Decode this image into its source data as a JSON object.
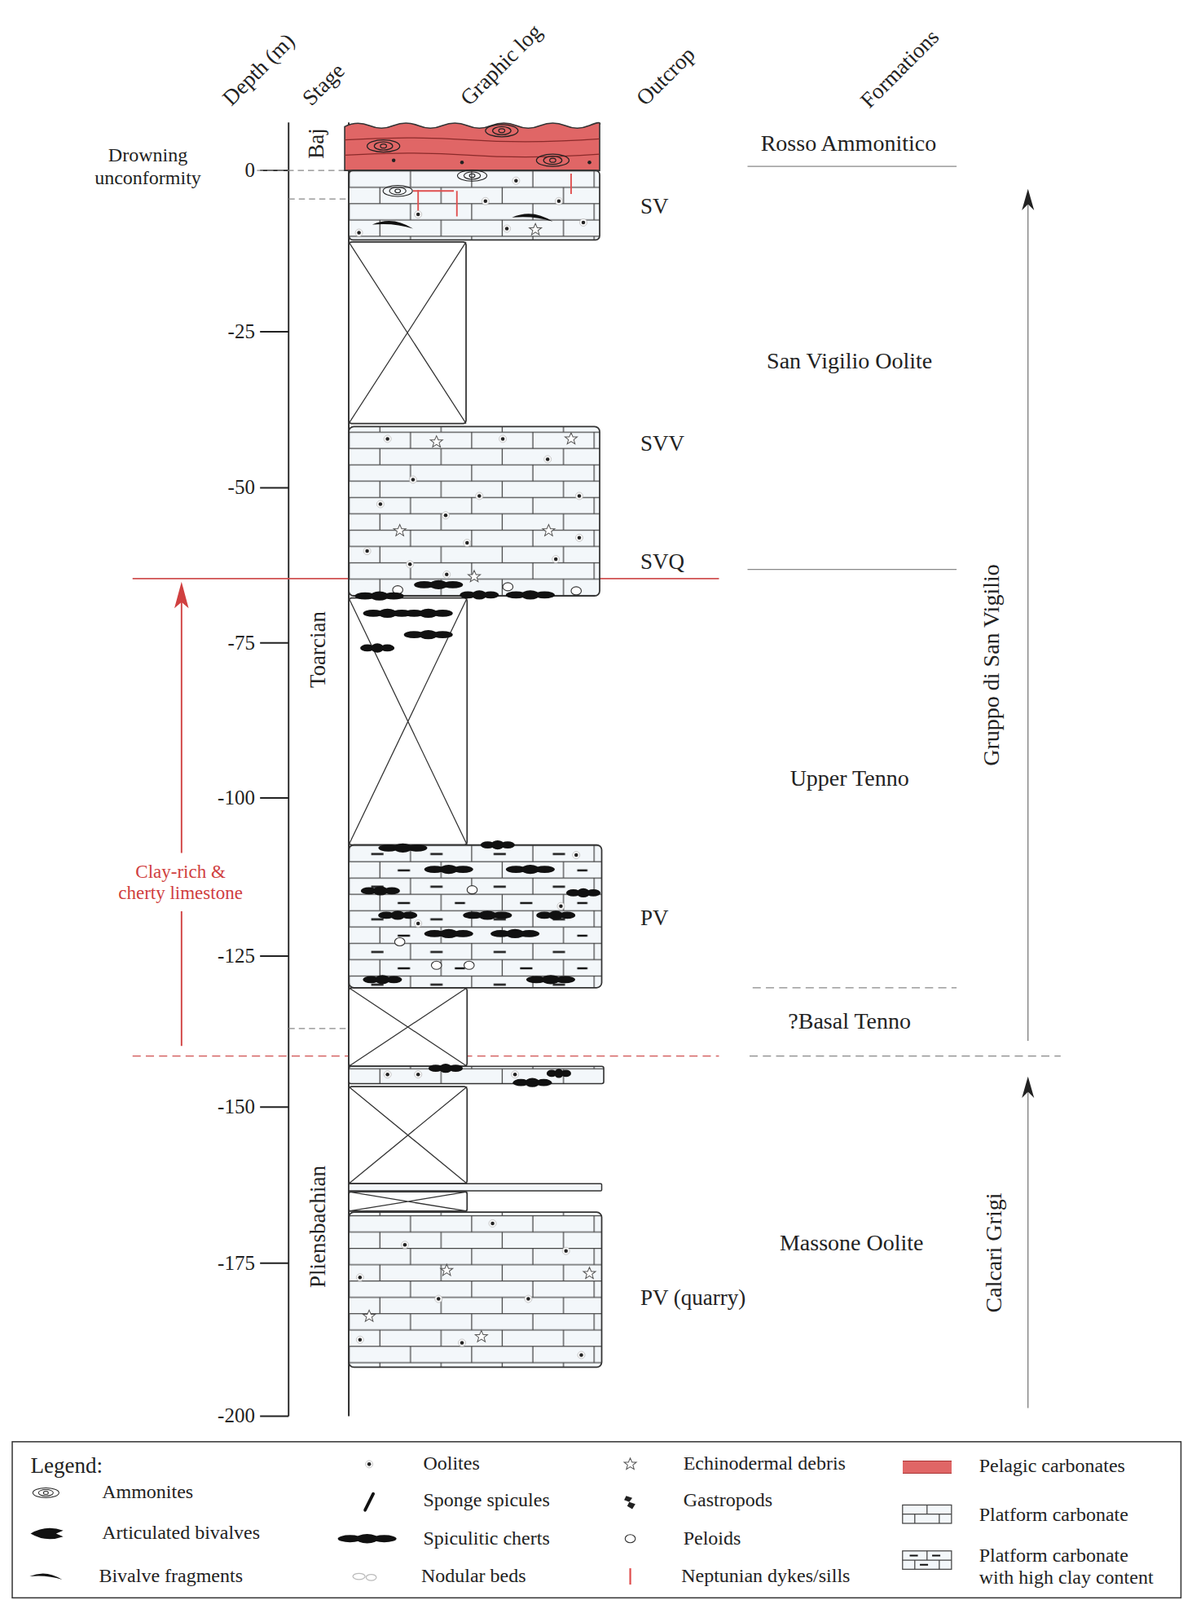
{
  "diagram": {
    "labels": [
      "Depth (m)",
      "Stage",
      "Graphic log",
      "Outcrop",
      "Formations",
      "Drowning unconformity",
      "0",
      "-25",
      "-50",
      "-75",
      "-100",
      "-125",
      "-150",
      "-175",
      "-200",
      "Baj",
      "Toarcian",
      "Pliensbachian",
      "SV",
      "SVV",
      "SVQ",
      "PV",
      "PV (quarry)",
      "Rosso Ammonitico",
      "San Vigilio Oolite",
      "Upper Tenno",
      "?Basal Tenno",
      "Massone Oolite",
      "Gruppo di San Vigilio",
      "Calcari Grigi",
      "Clay-rich & cherty limestone",
      "Legend:"
    ],
    "legend": [
      {
        "text": "Ammonites"
      },
      {
        "text": "Articulated bivalves"
      },
      {
        "text": "Bivalve fragments"
      },
      {
        "text": "Oolites"
      },
      {
        "text": "Sponge spicules"
      },
      {
        "text": "Spiculitic cherts"
      },
      {
        "text": "Nodular beds"
      },
      {
        "text": "Echinodermal debris"
      },
      {
        "text": "Gastropods"
      },
      {
        "text": "Peloids"
      },
      {
        "text": "Neptunian dykes/sills"
      },
      {
        "text": "Pelagic carbonates",
        "color": "#e06666"
      },
      {
        "text": "Platform carbonate"
      },
      {
        "text": "Platform carbonate with high clay content"
      }
    ]
  }
}
